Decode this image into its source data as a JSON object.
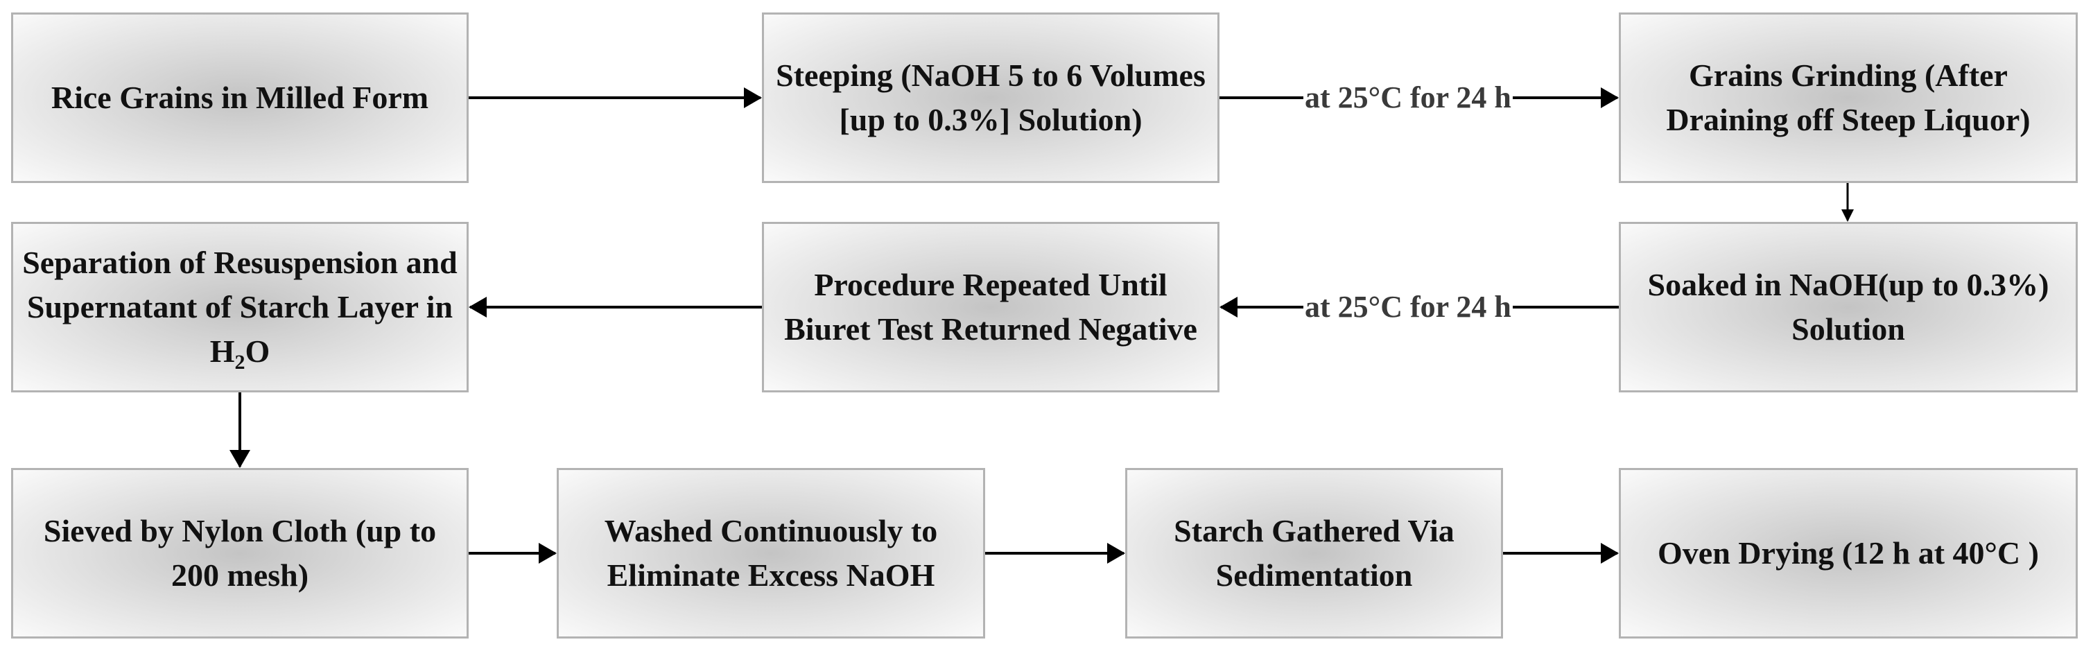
{
  "steps": {
    "rice": "Rice Grains in Milled Form",
    "steeping": "Steeping (NaOH 5 to 6 Volumes [up to 0.3%] Solution)",
    "grinding": "Grains Grinding (After Draining off Steep Liquor)",
    "soaked": "Soaked in NaOH(up to 0.3%) Solution",
    "repeated": "Procedure Repeated Until Biuret Test Returned Negative",
    "separation_pre": "Separation of Resuspension and Supernatant of  Starch Layer in H",
    "separation_sub": "2",
    "separation_post": "O",
    "sieved": "Sieved by Nylon Cloth (up to 200 mesh)",
    "washed": "Washed Continuously to Eliminate Excess NaOH",
    "gathered": "Starch Gathered Via Sedimentation",
    "oven": "Oven Drying (12 h at 40°C )"
  },
  "edge_labels": {
    "steeping_to_grinding": "at 25°C for 24 h",
    "soaked_to_repeated": "at 25°C for 24 h"
  }
}
